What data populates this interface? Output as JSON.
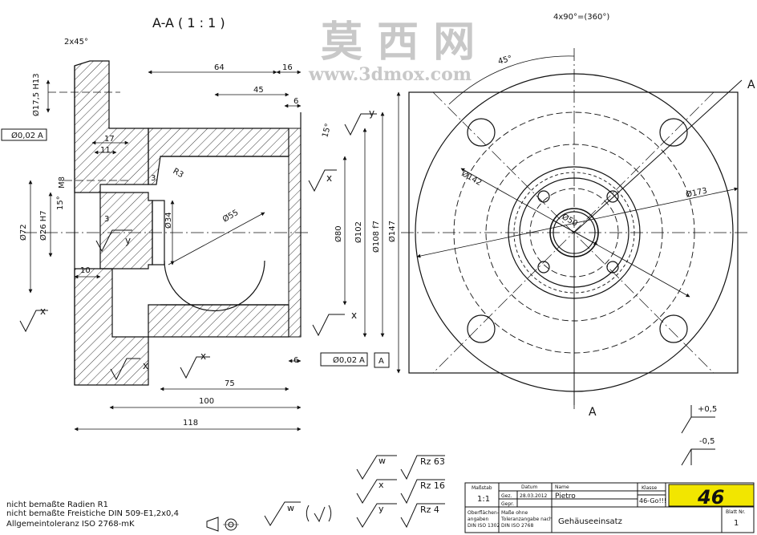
{
  "section_title": "A-A ( 1 : 1 )",
  "watermark": {
    "cn": "莫 西 网",
    "url": "www.3dmox.com"
  },
  "section_marker": "A",
  "datum_label": "A",
  "dims": {
    "chamfer": "2x45°",
    "d17_5": "Ø17,5 H13",
    "tol_runout_left": "Ø0,02",
    "tol_runout_left_ref": "A",
    "d17": "17",
    "d11": "11",
    "r3": "R3",
    "m8": "M8",
    "angle15_left": "15°",
    "d72": "Ø72",
    "d26": "Ø26 H7",
    "n3a": "3",
    "n3b": "3",
    "d34": "Ø34",
    "d55": "Ø55",
    "n10": "10",
    "n64": "64",
    "n16": "16",
    "n45": "45",
    "n6a": "6",
    "angle15_right": "15°",
    "d80": "Ø80",
    "d102": "Ø102",
    "d108": "Ø108 f7",
    "d147": "Ø147",
    "n6b": "6",
    "tol_runout_right": "Ø0,02",
    "tol_runout_right_ref": "A",
    "n75": "75",
    "n100": "100",
    "n118": "118",
    "holes": "4x90°=(360°)",
    "angle45": "45°",
    "d142": "Ø142",
    "d173": "Ø173",
    "d50": "Ø50"
  },
  "surface": {
    "x": "x",
    "y": "y",
    "w": "w"
  },
  "roughness_table": [
    {
      "sym": "w",
      "value": "Rz 63"
    },
    {
      "sym": "x",
      "value": "Rz 16"
    },
    {
      "sym": "y",
      "value": "Rz 4"
    }
  ],
  "notes": [
    "nicht bemaßte Radien R1",
    "nicht bemaßte Freistiche DIN 509-E1,2x0,4",
    "Allgemeintoleranz ISO 2768-mK"
  ],
  "tolerance_plus": "+0,5",
  "tolerance_minus": "-0,5",
  "title_block": {
    "scale_label": "Maßstab",
    "scale": "1:1",
    "date_label": "Datum",
    "name_label": "Name",
    "class_label": "Klasse",
    "drawn_label": "Gez.",
    "checked_label": "Gepr.",
    "date": "28.03.2012",
    "name": "Pietro",
    "class": "46-Go!!!",
    "surface_label_1": "Oberflächen-",
    "surface_label_2": "angaben",
    "surface_label_3": "DIN ISO 1302",
    "dims_label_1": "Maße ohne",
    "dims_label_2": "Toleranzangabe nach",
    "dims_label_3": "DIN ISO 2768",
    "title": "Gehäuseeinsatz",
    "sheet_label": "Blatt Nr.",
    "sheet": "1",
    "logo": "46"
  }
}
